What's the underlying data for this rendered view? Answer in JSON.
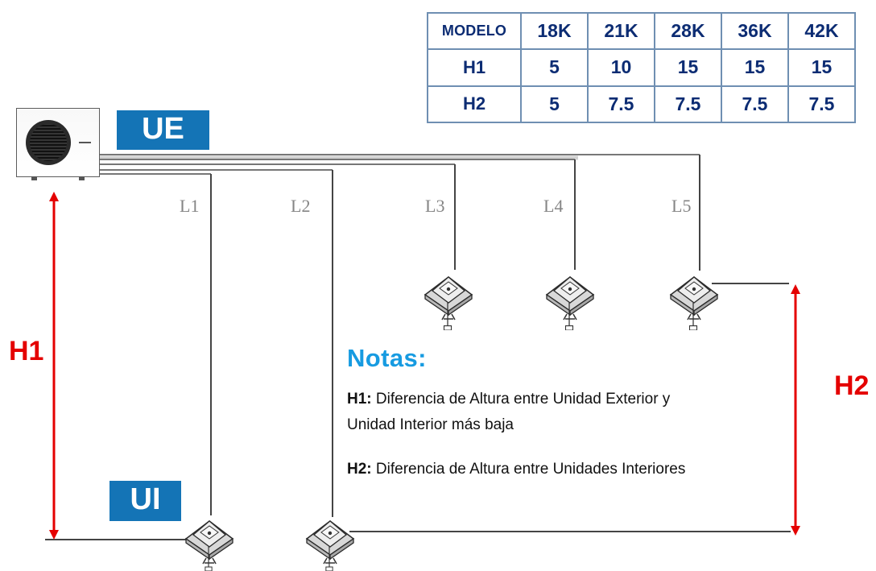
{
  "table": {
    "header": [
      "MODELO",
      "18K",
      "21K",
      "28K",
      "36K",
      "42K"
    ],
    "rows": [
      {
        "label": "H1",
        "values": [
          "5",
          "10",
          "15",
          "15",
          "15"
        ]
      },
      {
        "label": "H2",
        "values": [
          "5",
          "7.5",
          "7.5",
          "7.5",
          "7.5"
        ]
      }
    ]
  },
  "labels": {
    "outdoor": "UE",
    "indoor": "UI",
    "h1": "H1",
    "h2": "H2",
    "lines": [
      "L1",
      "L2",
      "L3",
      "L4",
      "L5"
    ]
  },
  "notes": {
    "title": "Notas:",
    "h1_prefix": "H1:",
    "h1_line1": " Diferencia de Altura entre Unidad Exterior y",
    "h1_line2": "Unidad Interior más baja",
    "h2_prefix": "H2:",
    "h2_line": " Diferencia de Altura entre Unidades Interiores"
  },
  "colors": {
    "blue_label": "#1474b6",
    "table_text": "#0c2c73",
    "notes_title": "#179be1",
    "height_arrows": "#e40000",
    "piping": "#444444"
  }
}
